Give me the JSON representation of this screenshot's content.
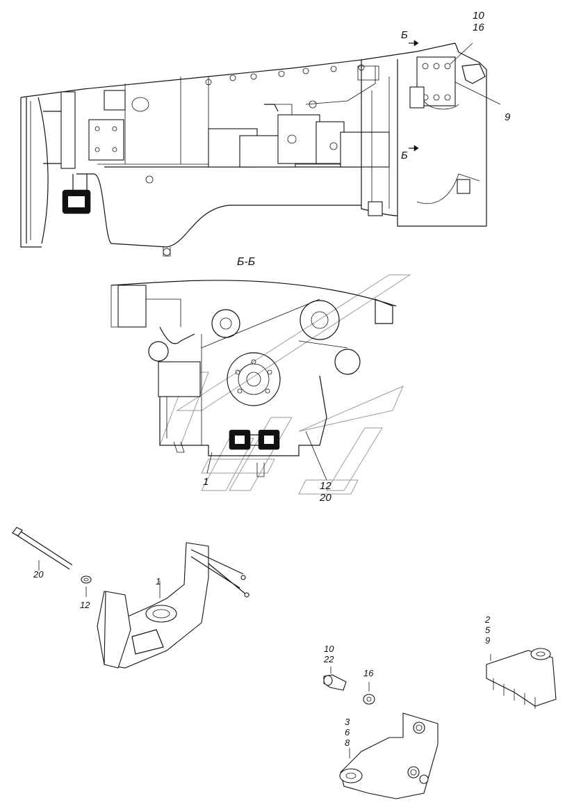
{
  "section_marker_label": "Б",
  "section_title": "Б-Б",
  "callouts": {
    "top_right_upper": [
      "10",
      "16"
    ],
    "top_right_side": "9",
    "section_left": "1",
    "section_right": [
      "12",
      "20"
    ],
    "part_bolt": "20",
    "part_nut": "12",
    "part_mount": "1",
    "part_small_bolt": [
      "10",
      "22"
    ],
    "part_washer": "16",
    "part_bracket_right": [
      "2",
      "5",
      "9"
    ],
    "part_bracket_bottom": [
      "3",
      "6",
      "8"
    ]
  }
}
